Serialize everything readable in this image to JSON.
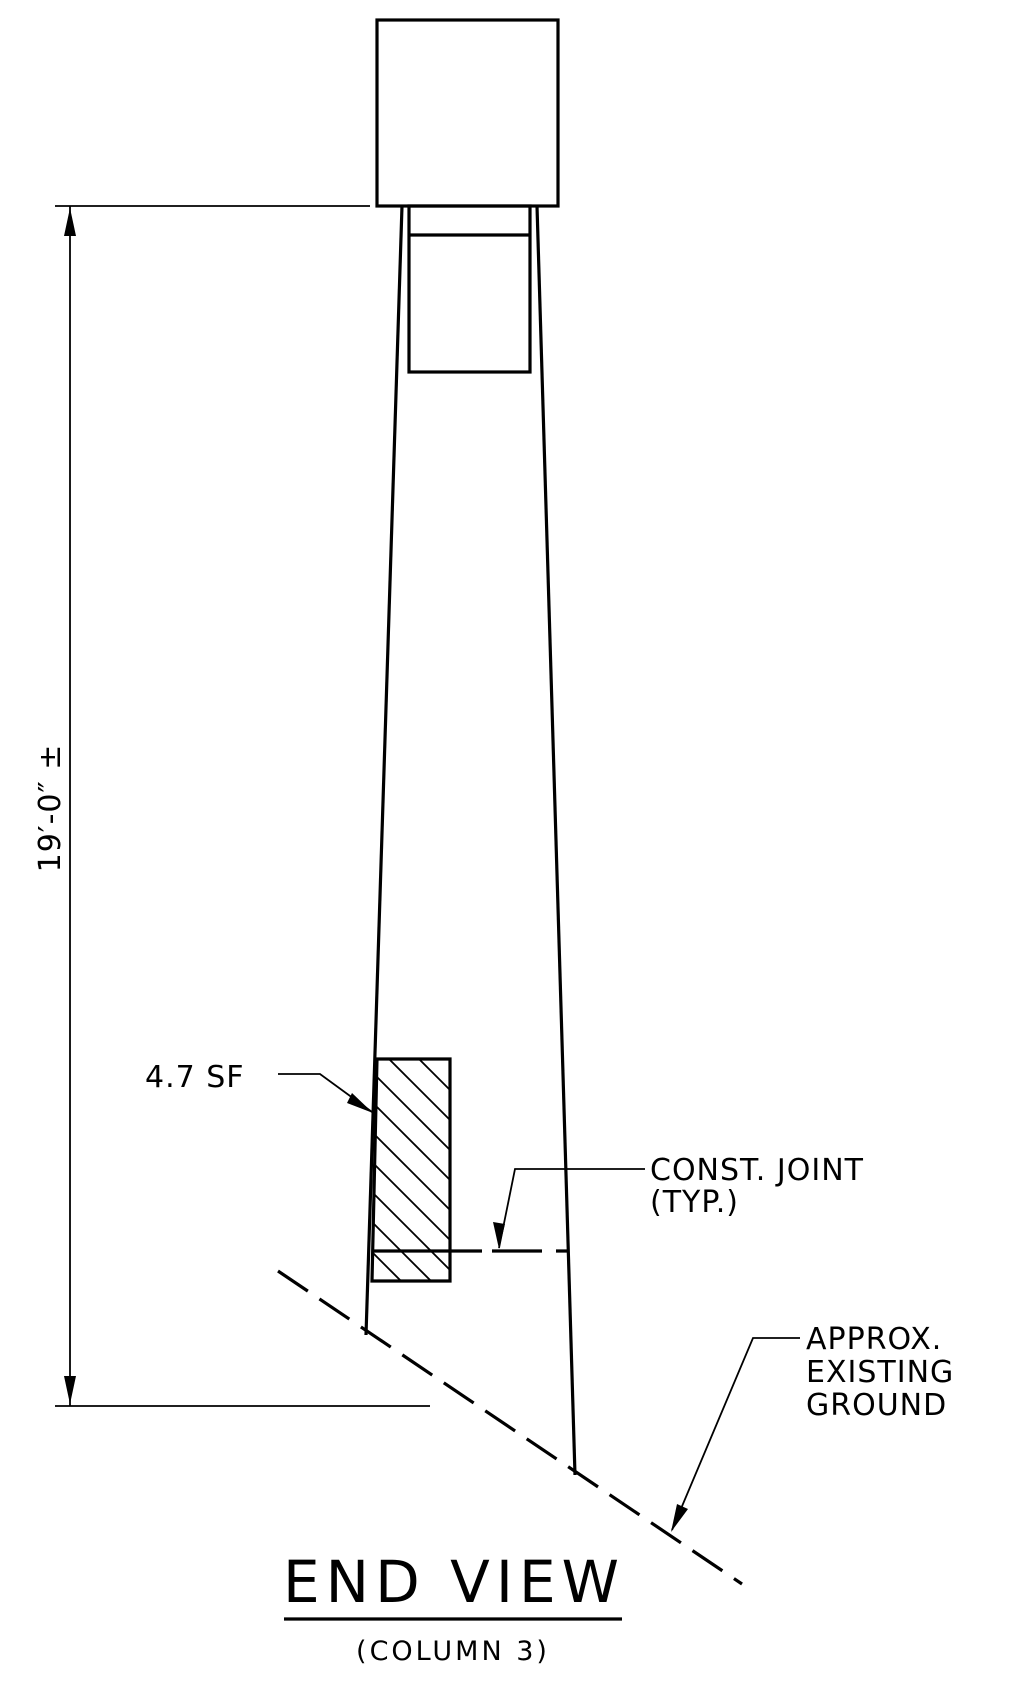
{
  "drawing": {
    "title": "END VIEW",
    "subtitle": "(COLUMN 3)",
    "height_dimension": "19′-0″ ±",
    "callouts": {
      "area": "4.7 SF",
      "joint_line1": "CONST. JOINT",
      "joint_line2": "(TYP.)",
      "ground_line1": "APPROX.",
      "ground_line2": "EXISTING",
      "ground_line3": "GROUND"
    }
  }
}
